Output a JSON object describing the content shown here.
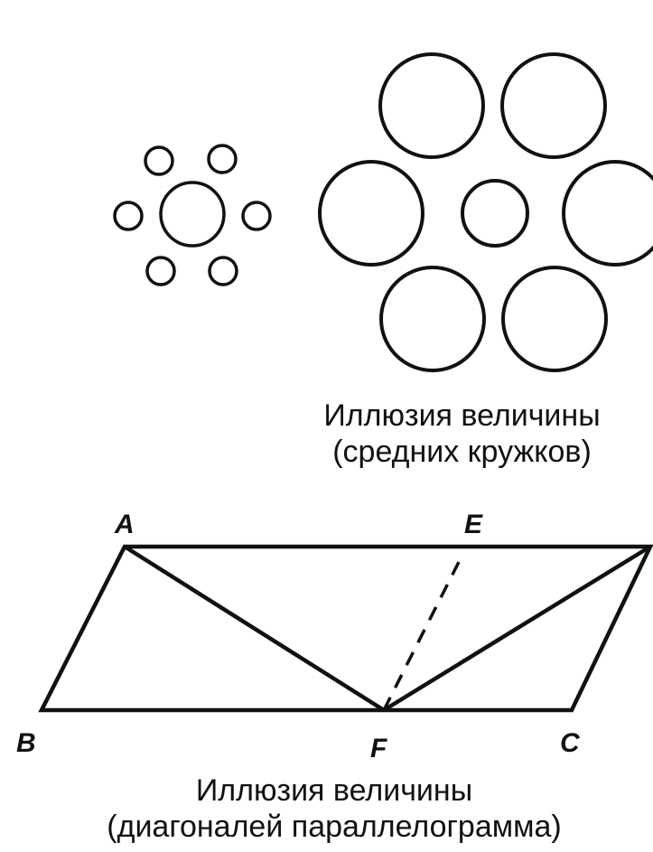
{
  "circles_illusion": {
    "caption_line1": "Иллюзия величины",
    "caption_line2": "(средних кружков)"
  },
  "parallelogram_illusion": {
    "vertex_labels": {
      "A": "A",
      "E": "E",
      "B": "B",
      "F": "F",
      "C": "C"
    },
    "caption_line1": "Иллюзия величины",
    "caption_line2": "(диагоналей параллелограмма)"
  },
  "colors": {
    "ink": "#111111",
    "background": "#ffffff"
  }
}
